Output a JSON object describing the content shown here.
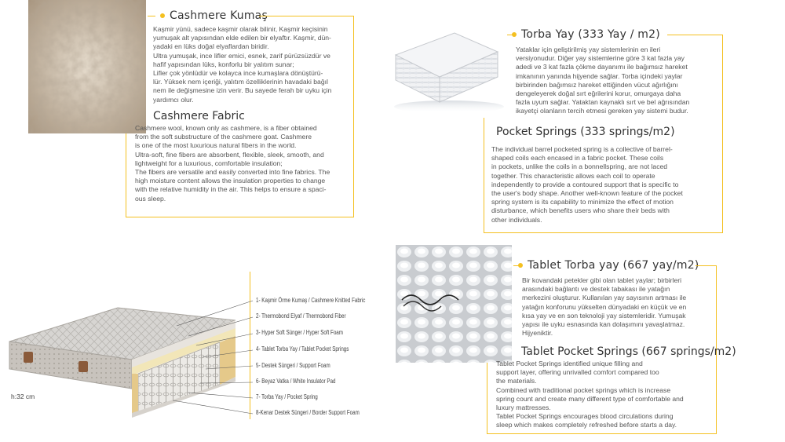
{
  "cashmere": {
    "title_tr": "Cashmere Kumaş",
    "text_tr": "Kaşmir yünü, sadece kaşmir olarak bilinir, Kaşmir keçisinin\nyumuşak alt yapısından elde edilen bir elyaftır. Kaşmir, dün-\nyadaki en lüks doğal elyaflardan biridir.\nUltra yumuşak, ince lifler emici, esnek, zarif pürüzsüzdür ve\nhafif yapısından lüks, konforlu bir yalıtım sunar;\nLifler çok yönlüdür ve kolayca ince kumaşlara dönüştürü-\nlür. Yüksek nem içeriği, yalıtım özelliklerinin havadaki bağıl\nnem ile değişmesine izin verir. Bu sayede ferah bir uyku için\nyardımcı olur.",
    "title_en": "Cashmere Fabric",
    "text_en": "Cashmere wool, known only as cashmere, is a fiber obtained\nfrom the soft substructure of the cashmere goat. Cashmere\nis one of the most luxurious natural fibers in the world.\nUltra-soft, fine fibers are absorbent, flexible, sleek, smooth, and\nlightweight for a luxurious, comfortable insulation;\nThe fibers are versatile and easily converted into fine fabrics. The\nhigh moisture content allows the insulation properties to change\nwith the relative humidity in the air. This helps to ensure a spaci-\nous sleep."
  },
  "pocket": {
    "title_tr": "Torba Yay (333 Yay / m2)",
    "text_tr": "Yataklar için geliştirilmiş yay sistemlerinin en ileri\nversiyonudur. Diğer yay sistemlerine göre 3 kat fazla yay\nadedi ve 3 kat fazla çökme dayanımı ile bağımsız hareket\nimkanının yanında hijyende sağlar. Torba içindeki yaylar\nbirbirinden bağımsız hareket ettiğinden vücut ağırlığını\ndengeleyerek doğal sırt eğrilerini korur, omurgaya daha\nfazla uyum sağlar. Yataktan kaynaklı sırt ve bel ağrısından\nikayetçi olanların tercih etmesi gereken yay sistemi budur.",
    "title_en": "Pocket Springs (333 springs/m2)",
    "text_en": "The individual barrel pocketed spring is a collective of barrel-\nshaped coils each encased in a fabric pocket. These coils\nin pockets, unlike the coils in a bonnellspring, are not laced\ntogether. This characteristic allows each coil to operate\nindependently to provide a contoured support that is specific to\nthe user's body shape. Another well-known feature of the pocket\nspring system is its capability to minimize the effect of motion\ndisturbance, which benefits users who share their beds with\nother individuals."
  },
  "tablet": {
    "title_tr": "Tablet Torba yay (667 yay/m2)",
    "text_tr": "Bir kovandaki petekler gibi olan tablet yaylar; birbirleri\narasındaki bağlantı ve destek tabakası ile yatağın\nmerkezini oluşturur. Kullanılan yay sayısının artması ile\nyatağın konforunu yükselten dünyadaki en küçük ve en\nkısa yay ve en son teknoloji yay sistemleridir. Yumuşak\nyapısı ile uyku esnasında kan dolaşımını yavaşlatmaz.\nHijyeniktir.",
    "title_en": "Tablet Pocket Springs (667 springs/m2)",
    "text_en": "Tablet Pocket Springs identified unique filling and\nsupport layer, offering unrivalled comfort compared too\nthe materials.\nCombined with traditional pocket springs which is increase\nspring count and create many different type of comfortable and\nluxury mattresses.\nTablet Pocket Springs encourages blood circulations during\nsleep which makes completely refreshed before starts a day."
  },
  "layers": [
    "1- Kaşmir Örme Kumaş /  Cashmere Knitted Fabric",
    "2- Thermobond Elyaf /  Thermobond Fiber",
    "3- Hyper Soft Sünger / Hyper Soft Foam",
    "4- Tablet Torba Yay / Tablet Pocket Springs",
    "5- Destek Süngeri / Support Foam",
    "6- Beyaz Vatka / White Insulator Pad",
    "7- Torba Yay / Pocket Spring",
    "8-Kenar Destek Süngeri / Border Support Foam"
  ],
  "height_label": "h:32 cm",
  "colors": {
    "accent": "#f4c020",
    "text": "#555555",
    "heading": "#333333"
  }
}
